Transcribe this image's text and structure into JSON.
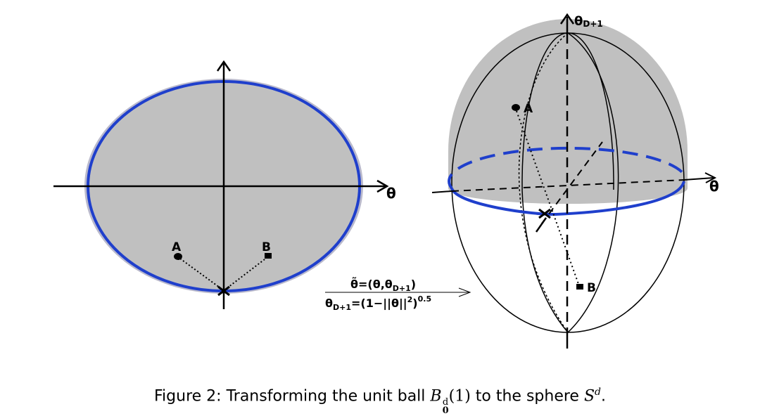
{
  "left_diagram": {
    "axis_label": "θ",
    "point_a_label": "A",
    "point_b_label": "B"
  },
  "right_diagram": {
    "vertical_axis_label": "θ",
    "vertical_axis_sub": "D+1",
    "axis_label": "θ",
    "point_a_label": "A",
    "point_b_label": "B"
  },
  "mapping": {
    "line1": "θ̃=(θ,θ",
    "line1_sub": "D+1",
    "line1_end": ")",
    "line2_start": "θ",
    "line2_sub": "D+1",
    "line2_mid": "=(1−||θ||",
    "line2_sup": "2",
    "line2_close": ")",
    "line2_exp": "0.5"
  },
  "caption": {
    "prefix": "Figure 2:  Transforming the unit ball ",
    "ball_symbol": "B",
    "ball_sup": "d",
    "ball_sub": "0",
    "ball_arg": "(1)",
    "middle": " to the sphere ",
    "sphere_symbol": "S",
    "sphere_sup": "d",
    "suffix": "."
  },
  "colors": {
    "fill_gray": "#c0c0c0",
    "halo_gray": "#b9b9cc",
    "circle_blue": "#1f3fcc",
    "line_black": "#000000"
  }
}
